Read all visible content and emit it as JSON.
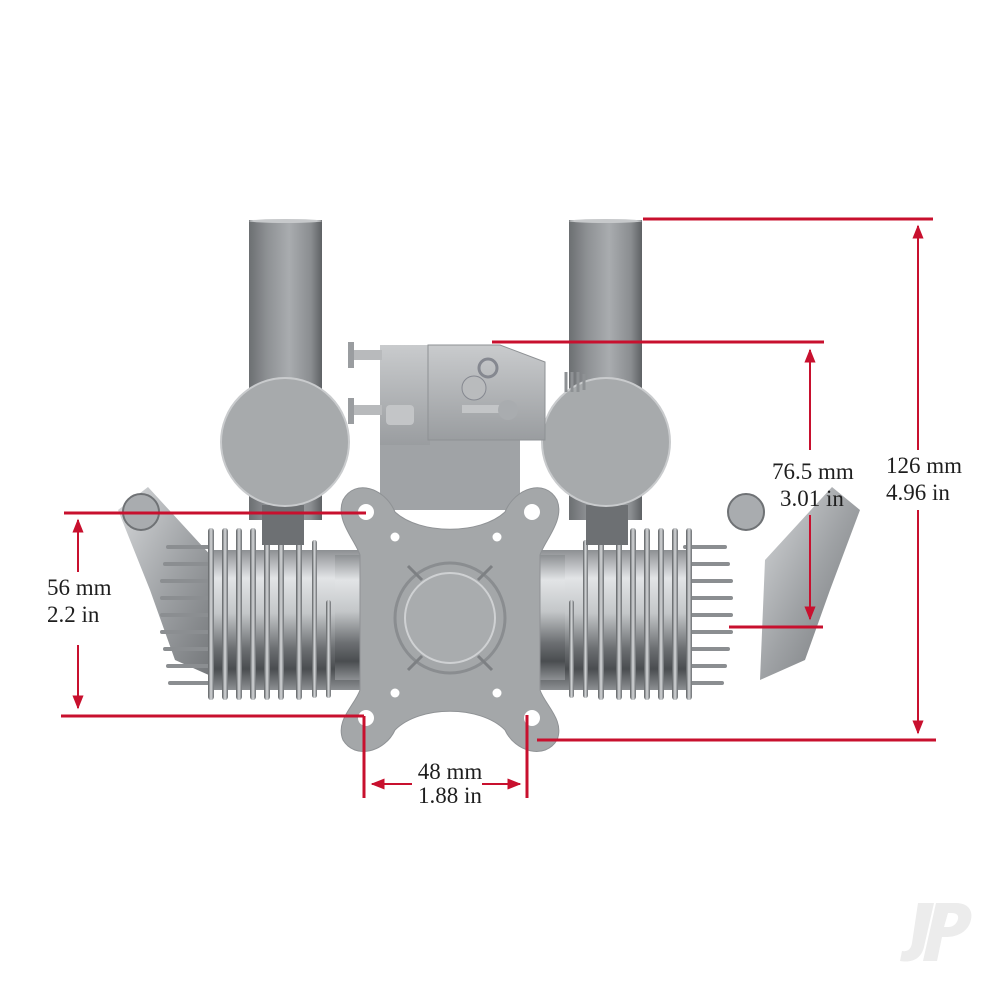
{
  "figure": {
    "subject": "twin-cylinder engine front view dimension diagram",
    "background_color": "#ffffff",
    "dimension_line_color": "#c8102e",
    "engine_color": "#a7aaac"
  },
  "dimensions": {
    "overall_height": {
      "metric": "126 mm",
      "imperial": "4.96 in"
    },
    "mount_to_carb_height": {
      "metric": "76.5 mm",
      "imperial": "3.01 in"
    },
    "mount_hole_vertical": {
      "metric": "56 mm",
      "imperial": "2.2 in"
    },
    "mount_hole_horizontal": {
      "metric": "48 mm",
      "imperial": "1.88 in"
    }
  },
  "watermark": {
    "text": "JP"
  }
}
